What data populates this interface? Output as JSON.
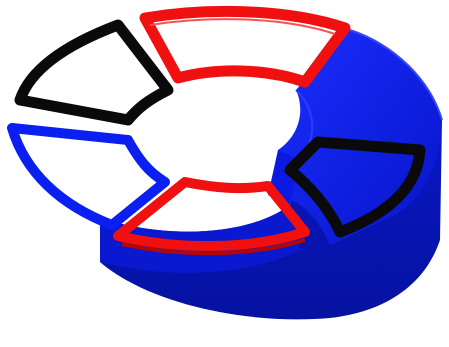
{
  "scene": {
    "background": "#ffffff",
    "colors": {
      "blue": "#0b1ff0",
      "blue_dark": "#0715b8",
      "blue_shadow": "#06108a",
      "red": "#f01010",
      "red_dark": "#b00808",
      "black": "#0a0a0a",
      "outline_light": "#ffffff"
    },
    "elements": [
      "blue-solid-block",
      "red-frame-top",
      "black-frame-left",
      "blue-frame-left",
      "red-frame-bottom",
      "black-frame-right"
    ]
  }
}
